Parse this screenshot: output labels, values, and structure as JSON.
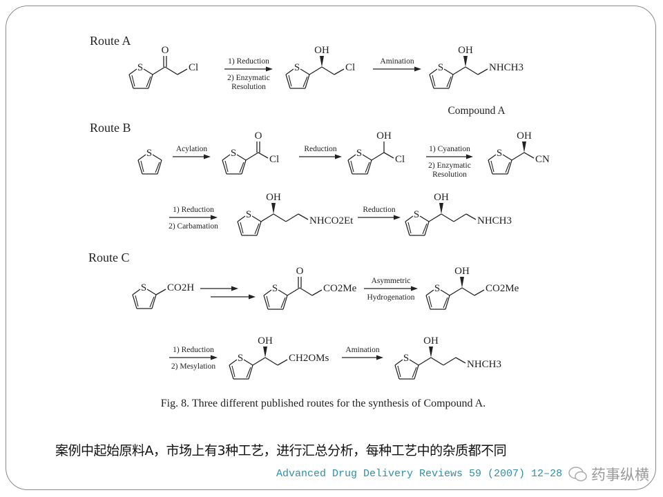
{
  "routes": {
    "a": {
      "label": "Route A"
    },
    "b": {
      "label": "Route B"
    },
    "c": {
      "label": "Route C"
    }
  },
  "compound_label": "Compound A",
  "atoms": {
    "S": "S",
    "O": "O",
    "OH": "OH",
    "Cl": "Cl",
    "CN": "CN",
    "NHCH3": "NHCH3",
    "NHCO2Et": "NHCO2Et",
    "CO2H": "CO2H",
    "CO2Me": "CO2Me",
    "CH2OMs": "CH2OMs"
  },
  "arrows": {
    "a1": {
      "above": [
        "1) Reduction"
      ],
      "below": [
        "2) Enzymatic",
        "Resolution"
      ]
    },
    "a2": {
      "above": [
        "Amination"
      ],
      "below": []
    },
    "b1": {
      "above": [
        "Acylation"
      ],
      "below": []
    },
    "b2": {
      "above": [
        "Reduction"
      ],
      "below": []
    },
    "b3": {
      "above": [
        "1) Cyanation"
      ],
      "below": [
        "2) Enzymatic",
        "Resolution"
      ]
    },
    "b4": {
      "above": [
        "1) Reduction"
      ],
      "below": [
        "2) Carbamation"
      ]
    },
    "b5": {
      "above": [
        "Reduction"
      ],
      "below": []
    },
    "c1": {
      "above": [],
      "below": []
    },
    "c2": {
      "above": [],
      "below": []
    },
    "c3": {
      "above": [
        "Asymmetric"
      ],
      "below": [
        "Hydrogenation"
      ]
    },
    "c4": {
      "above": [
        "1) Reduction"
      ],
      "below": [
        "2) Mesylation"
      ]
    },
    "c5": {
      "above": [
        "Amination"
      ],
      "below": []
    }
  },
  "caption": "Fig. 8. Three different published routes for the synthesis of Compound A.",
  "note": "案例中起始原料A，市场上有3种工艺，进行汇总分析，每种工艺中的杂质都不同",
  "citation": "Advanced Drug Delivery Reviews 59 (2007) 12–28",
  "watermark": "药事纵横"
}
